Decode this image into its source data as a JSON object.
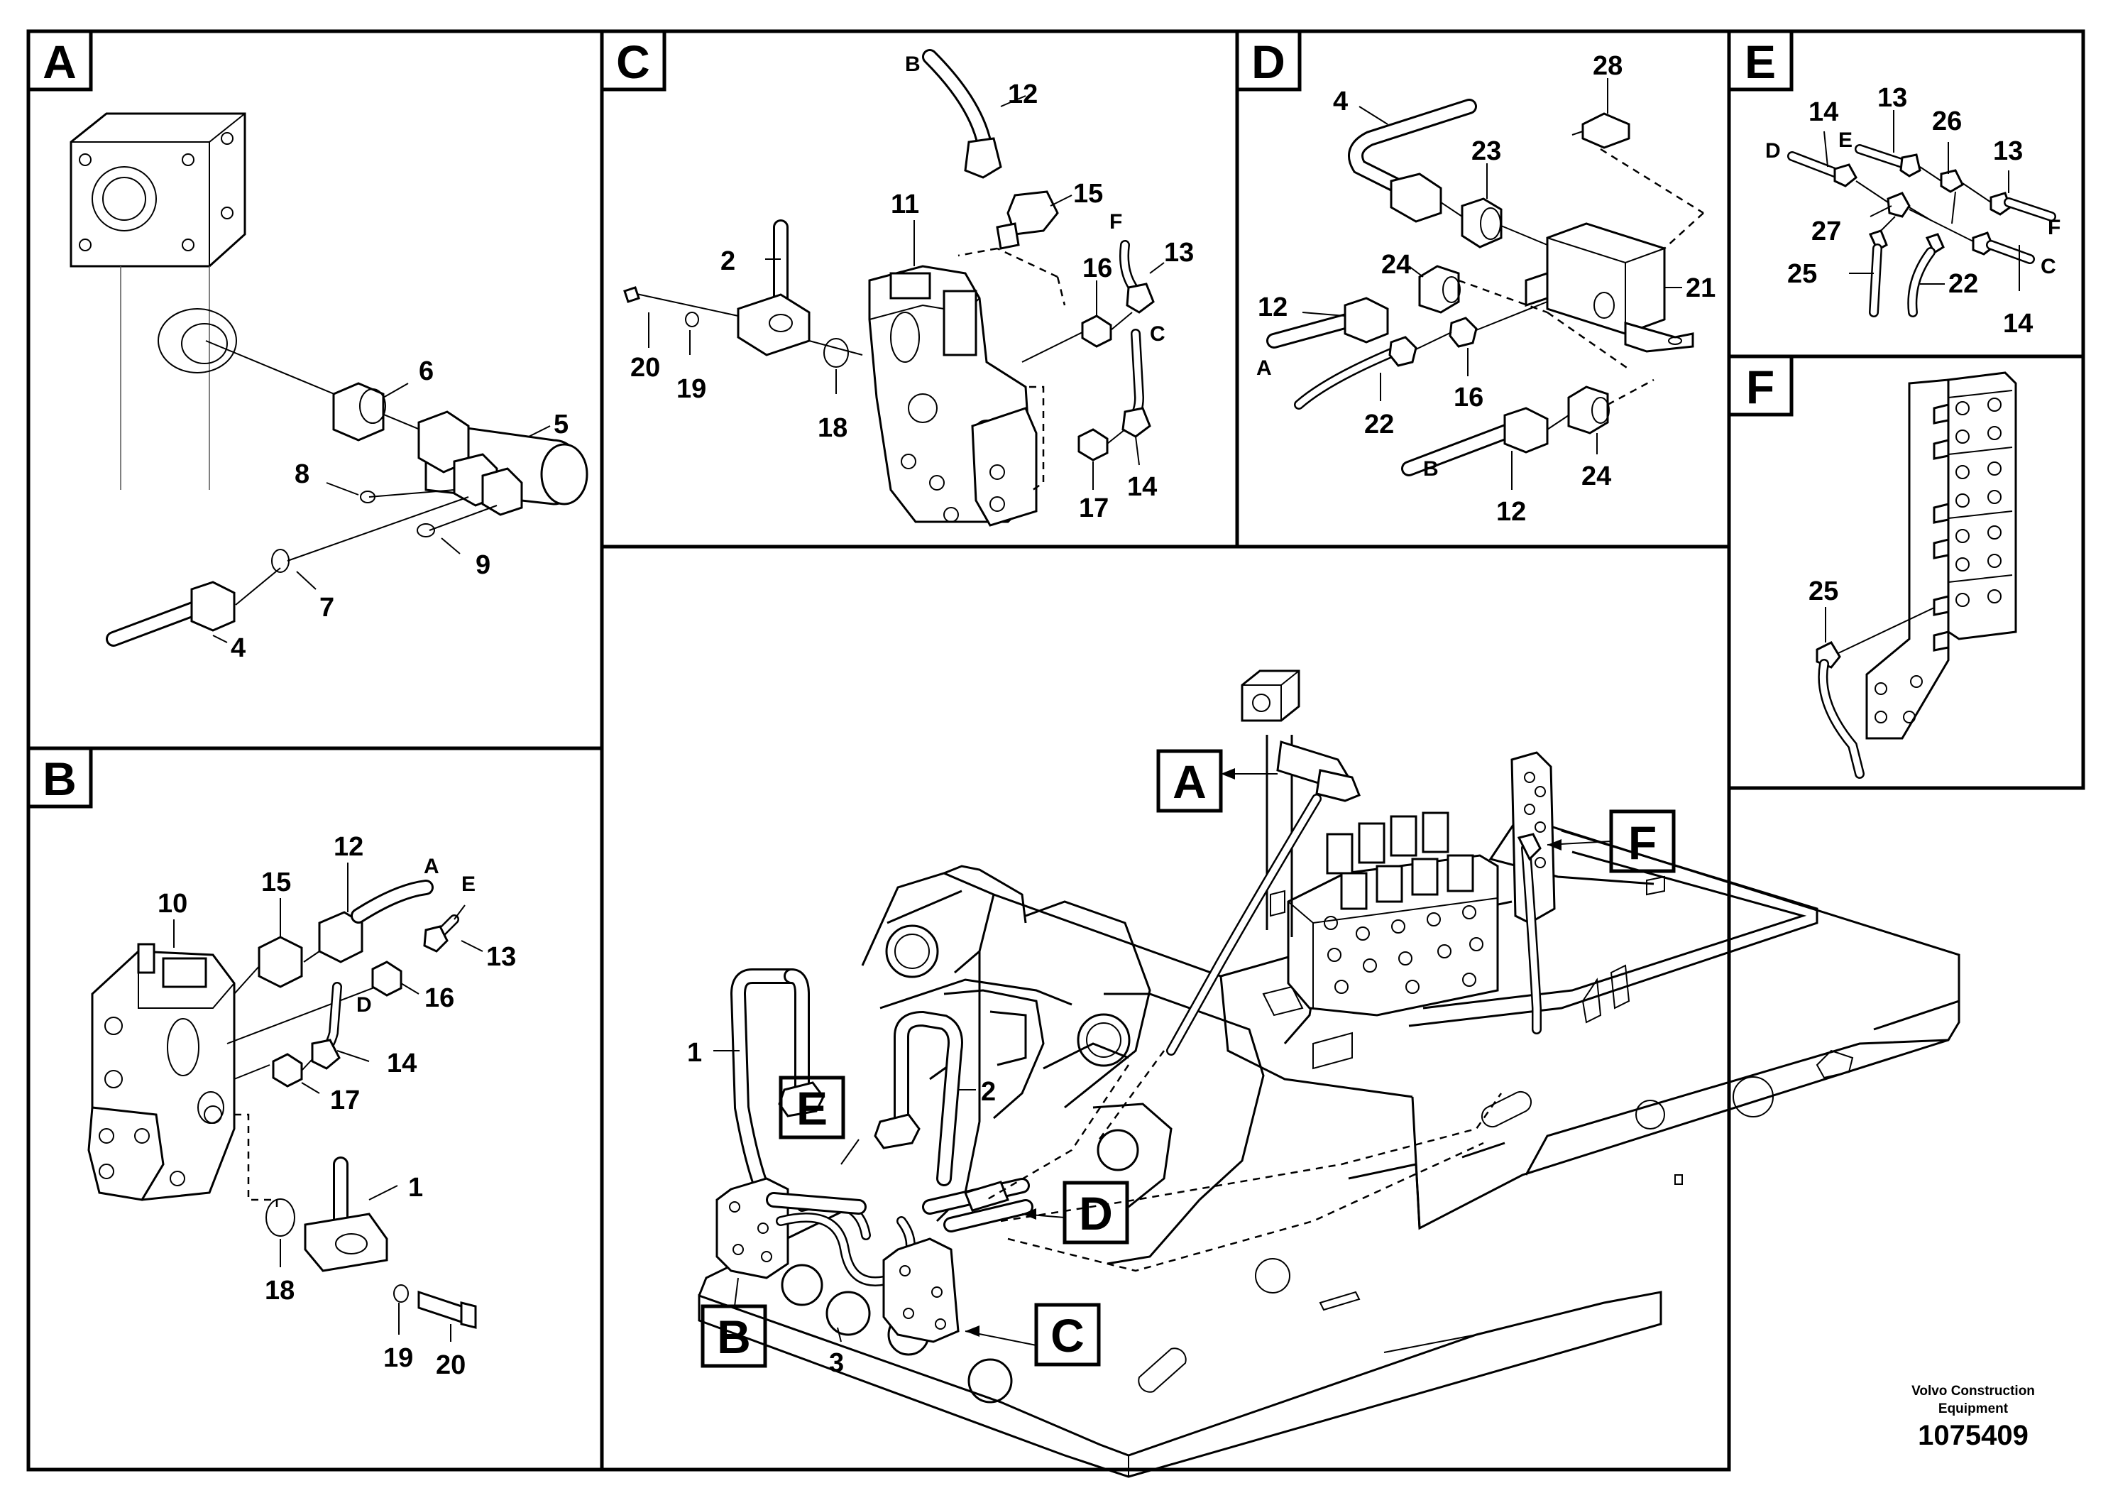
{
  "panels": {
    "A": {
      "letter": "A",
      "labels": {
        "p6": "6",
        "p5": "5",
        "p8": "8",
        "p7": "7",
        "p9": "9",
        "p4": "4"
      }
    },
    "B": {
      "letter": "B",
      "labels": {
        "p10": "10",
        "p15": "15",
        "p12": "12",
        "pA": "A",
        "pE": "E",
        "p13": "13",
        "p16": "16",
        "pD": "D",
        "p14": "14",
        "p17": "17",
        "p1": "1",
        "p18": "18",
        "p19": "19",
        "p20": "20"
      }
    },
    "C": {
      "letter": "C",
      "labels": {
        "pB": "B",
        "p12": "12",
        "p11": "11",
        "p15": "15",
        "pF": "F",
        "p13": "13",
        "p2": "2",
        "p16": "16",
        "pC": "C",
        "p20": "20",
        "p19": "19",
        "p18": "18",
        "p17": "17",
        "p14": "14"
      }
    },
    "D": {
      "letter": "D",
      "labels": {
        "p4": "4",
        "p28": "28",
        "p23": "23",
        "p24a": "24",
        "p21": "21",
        "p12a": "12",
        "pA": "A",
        "p16": "16",
        "p22": "22",
        "pB": "B",
        "p12b": "12",
        "p24b": "24"
      }
    },
    "E": {
      "letter": "E",
      "labels": {
        "p14a": "14",
        "p13a": "13",
        "p26": "26",
        "p13b": "13",
        "pD": "D",
        "pE": "E",
        "pF": "F",
        "p27": "27",
        "p25": "25",
        "p22": "22",
        "pC": "C",
        "p14b": "14"
      }
    },
    "F": {
      "letter": "F",
      "labels": {
        "p25": "25"
      }
    }
  },
  "main": {
    "callouts": {
      "A": "A",
      "B": "B",
      "C": "C",
      "D": "D",
      "E": "E",
      "F": "F"
    },
    "labels": {
      "p1": "1",
      "p2": "2",
      "p3": "3"
    }
  },
  "footer": {
    "brand_line1": "Volvo Construction",
    "brand_line2": "Equipment",
    "drawing_number": "1075409"
  }
}
